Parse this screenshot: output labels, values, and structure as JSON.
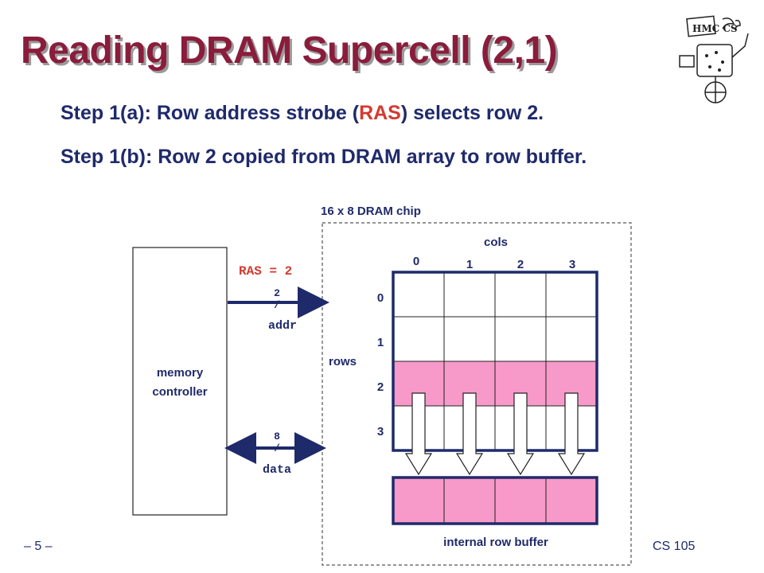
{
  "slide": {
    "title": "Reading DRAM Supercell (2,1)",
    "step1": {
      "prefix": "Step 1(a): Row address strobe (",
      "highlight": "RAS",
      "suffix": ") selects row 2."
    },
    "step2": "Step 1(b): Row 2 copied from DRAM array to row buffer."
  },
  "diagram": {
    "chip_label": "16 x 8 DRAM chip",
    "cols_label": "cols",
    "rows_label": "rows",
    "col_numbers": [
      "0",
      "1",
      "2",
      "3"
    ],
    "row_numbers": [
      "0",
      "1",
      "2",
      "3"
    ],
    "controller_line1": "memory",
    "controller_line2": "controller",
    "ras_label": "RAS = 2",
    "addr_width": "2",
    "addr_slash": "/",
    "addr_label": "addr",
    "data_width": "8",
    "data_slash": "/",
    "data_label": "data",
    "buffer_label": "internal row buffer",
    "selected_row": 2,
    "colors": {
      "highlight": "#f79ac9",
      "line": "#1f2a6b",
      "accent_red": "#d43a2f",
      "title": "#8a1c3c"
    }
  },
  "logo": {
    "text": "HMC CS",
    "alt": "HMC CS logo"
  },
  "footer": {
    "page": "– 5 –",
    "course": "CS 105"
  }
}
